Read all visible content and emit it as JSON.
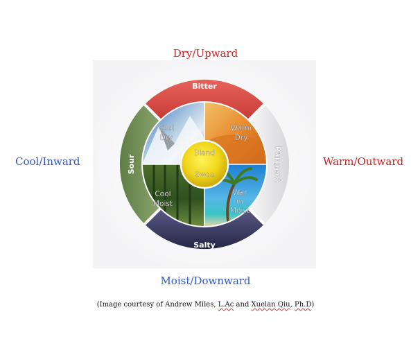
{
  "colors": {
    "warm": "#d11f1f",
    "cool": "#3057c9",
    "bitter": "#d64a46",
    "sour": "#6f8f52",
    "pungent": "#e6e6e8",
    "salty": "#34345c"
  },
  "directions": {
    "top": "Dry/Upward",
    "left": "Cool/Inward",
    "right": "Warm/Outward",
    "bottom": "Moist/Downward"
  },
  "flavors": {
    "bitter": "Bitter",
    "sour": "Sour",
    "pungent": "Pungent",
    "salty": "Salty"
  },
  "quadrants": {
    "cool_dry_1": "Cool",
    "cool_dry_2": "Dry",
    "warm_dry_1": "Warm",
    "warm_dry_2": "Dry",
    "cool_moist_1": "Cool",
    "cool_moist_2": "Moist",
    "warm_moist_1": "War",
    "warm_moist_2": "m",
    "warm_moist_3": "Moist"
  },
  "center": {
    "bland": "Bland",
    "sweet": "Swee"
  },
  "caption": {
    "prefix": "(Image courtesy of Andrew Miles, ",
    "lac": "L.Ac",
    "and": " and ",
    "name": "Xuelan Qiu",
    "sep": ", ",
    "phd": "Ph.D",
    "suffix": ")"
  }
}
